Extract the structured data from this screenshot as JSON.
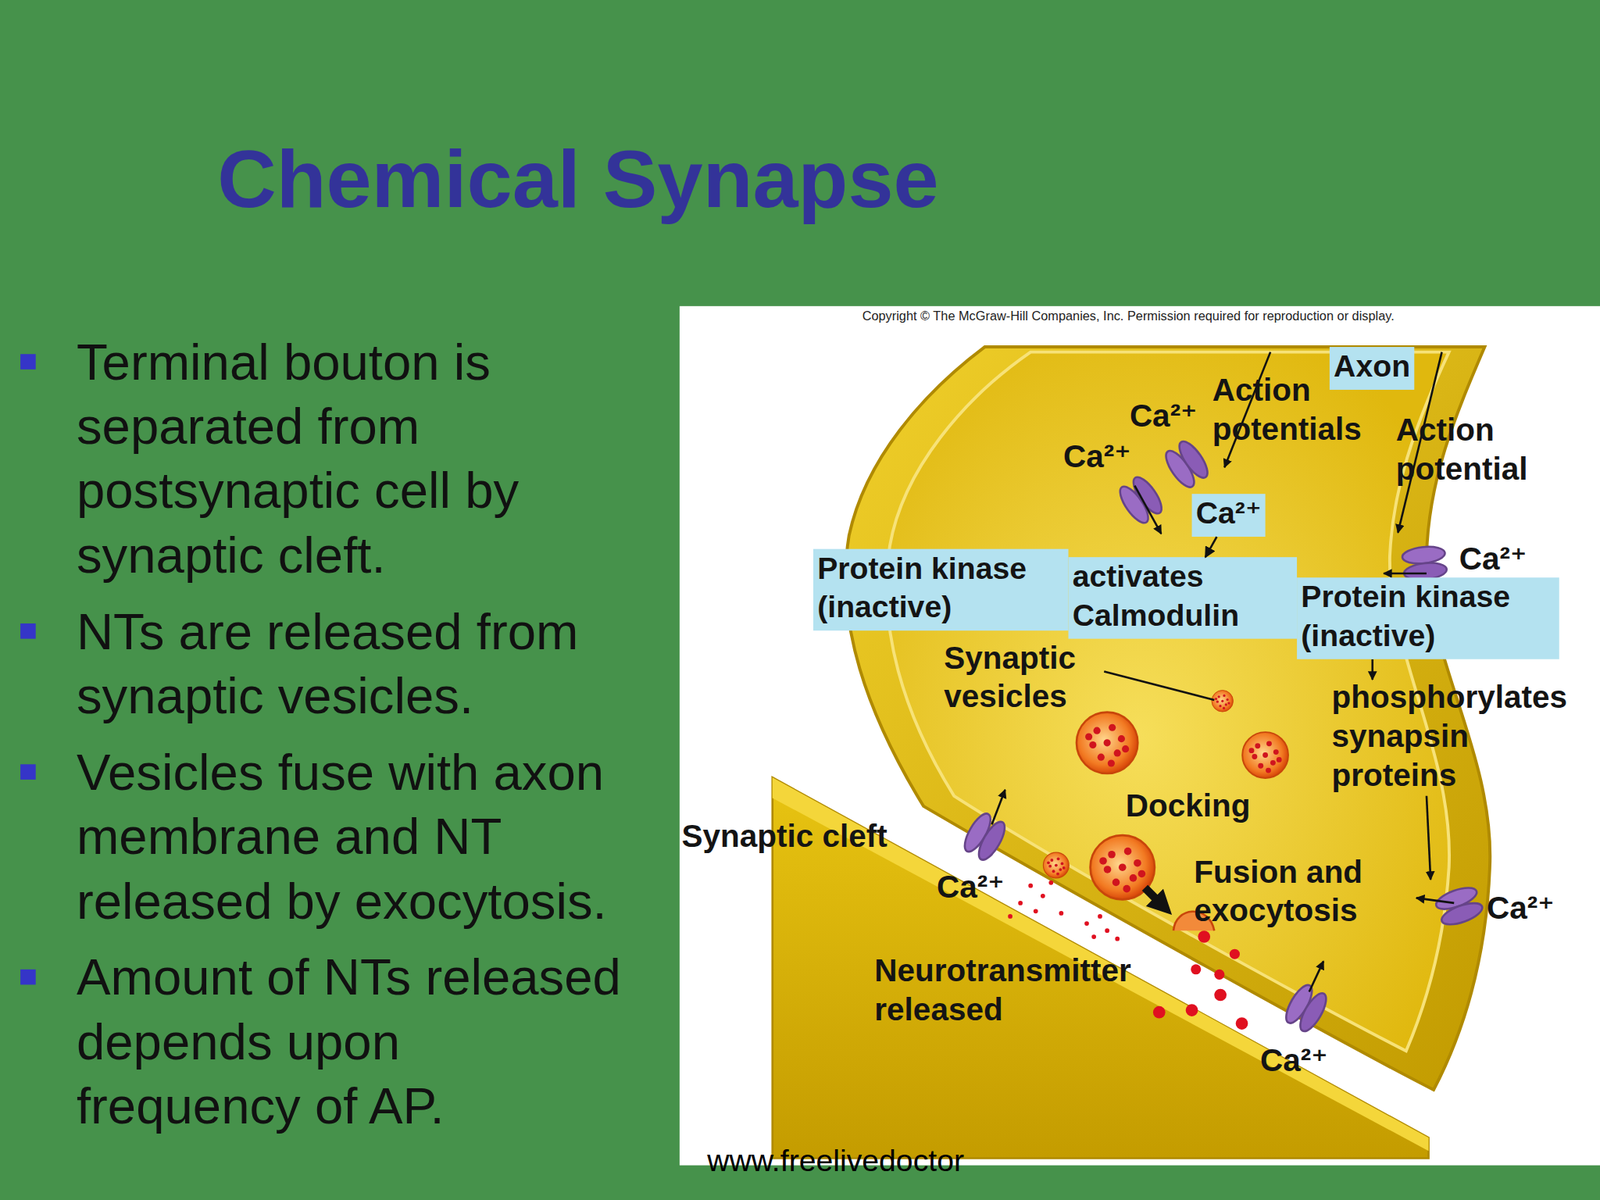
{
  "diagram": {
    "title": "Chemical Synapse",
    "nodes": [
      {
        "text": [
          "Axon"
        ]
      },
      {
        "text": [
          "Ca²⁺"
        ]
      },
      {
        "text": [
          "Protein kinase (inactive)"
        ]
      },
      {
        "text": [
          "activates Calmodulin"
        ]
      },
      {
        "text": [
          "Protein kinase (inactive)"
        ]
      }
    ],
    "edges": [
      {
        "from": 1,
        "to": 3,
        "arrow": "to"
      }
    ],
    "labels": [
      "Terminal bouton is separated from postsynaptic cell by synaptic cleft.",
      "NTs are released from synaptic vesicles.",
      "Vesicles fuse with axon membrane and NT released by exocytosis.",
      "Amount of NTs released depends upon frequency of AP.",
      "Copyright © The McGraw-Hill Companies, Inc. Permission required for reproduction or display.",
      "Ca²⁺",
      "Action potentials",
      "Action potential",
      "Ca²⁺",
      "Ca²⁺",
      "Synaptic vesicles",
      "phosphorylates synapsin proteins",
      "Docking",
      "Synaptic cleft",
      "Ca²⁺",
      "Fusion and exocytosis",
      "Ca²⁺",
      "Neurotransmitter released",
      "Ca²⁺",
      "www.freelivedoctor"
    ]
  }
}
